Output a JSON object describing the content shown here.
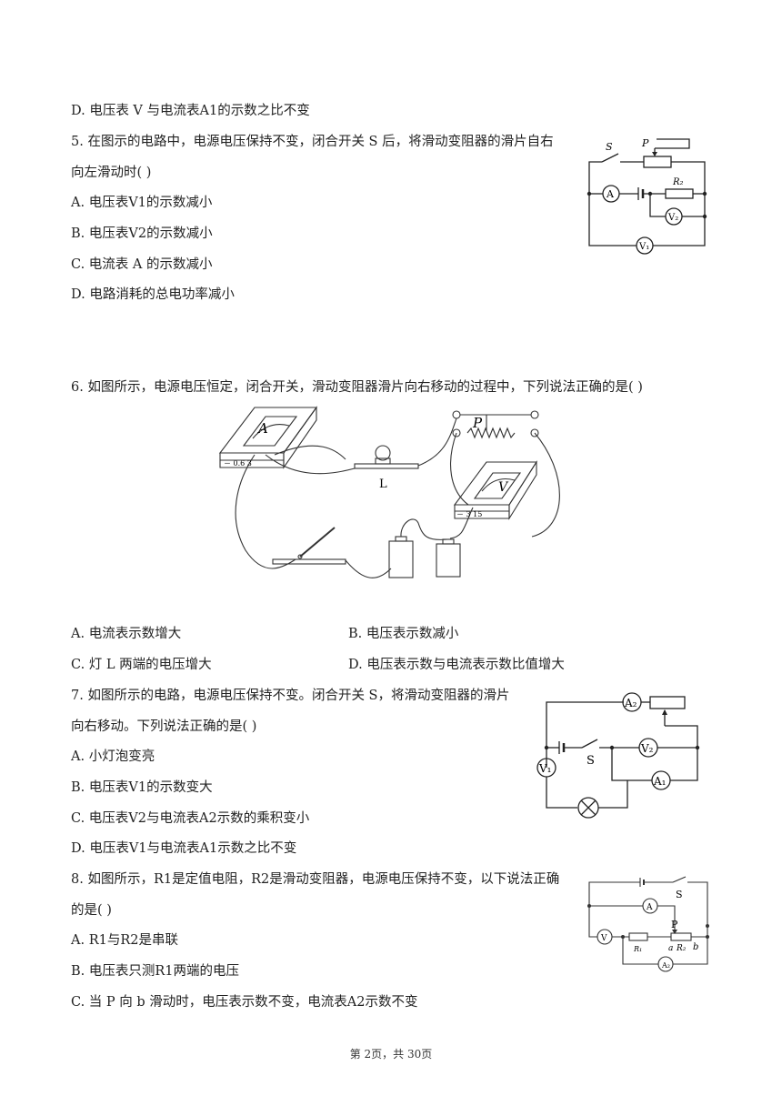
{
  "q4": {
    "optD": "D. 电压表 V 与电流表A1的示数之比不变"
  },
  "q5": {
    "stem_l1": "5. 在图示的电路中，电源电压保持不变，闭合开关 S 后，将滑动变阻器的滑片自右",
    "stem_l2": "向左滑动时(    )",
    "optA": "A. 电压表V1的示数减小",
    "optB": "B. 电压表V2的示数减小",
    "optC": "C. 电流表 A 的示数减小",
    "optD": "D. 电路消耗的总电功率减小",
    "fig": {
      "S": "S",
      "P": "P",
      "R2": "R₂",
      "A": "A",
      "V1": "V₁",
      "V2": "V₂"
    }
  },
  "q6": {
    "stem": "6. 如图所示，电源电压恒定，闭合开关，滑动变阻器滑片向右移动的过程中，下列说法正确的是(    )",
    "optA": "A. 电流表示数增大",
    "optB": "B. 电压表示数减小",
    "optC": "C. 灯 L 两端的电压增大",
    "optD": "D. 电压表示数与电流表示数比值增大",
    "fig": {
      "A": "A",
      "V": "V",
      "L": "L",
      "P": "P",
      "ammeter_scale": "－ 0.6  3",
      "voltmeter_scale": "－  3   15"
    }
  },
  "q7": {
    "stem_l1": "7. 如图所示的电路，电源电压保持不变。闭合开关 S，将滑动变阻器的滑片",
    "stem_l2": "向右移动。下列说法正确的是(    )",
    "optA": "A. 小灯泡变亮",
    "optB": "B. 电压表V1的示数变大",
    "optC": "C. 电压表V2与电流表A2示数的乘积变小",
    "optD": "D. 电压表V1与电流表A1示数之比不变",
    "fig": {
      "A2": "A₂",
      "A1": "A₁",
      "V1": "V₁",
      "V2": "V₂",
      "S": "S"
    }
  },
  "q8": {
    "stem_l1": "8. 如图所示，R1是定值电阻，R2是滑动变阻器，电源电压保持不变，以下说法正确",
    "stem_l2": "的是(    )",
    "optA": "A. R1与R2是串联",
    "optB": "B. 电压表只测R1两端的电压",
    "optC": "C. 当 P 向 b 滑动时，电压表示数不变，电流表A2示数不变",
    "fig": {
      "S": "S",
      "P": "P",
      "A": "A",
      "V": "V",
      "A2": "A₂",
      "R1": "R₁",
      "R2": "R₂",
      "a": "a",
      "b": "b"
    }
  },
  "footer": "第 2页，共 30页"
}
